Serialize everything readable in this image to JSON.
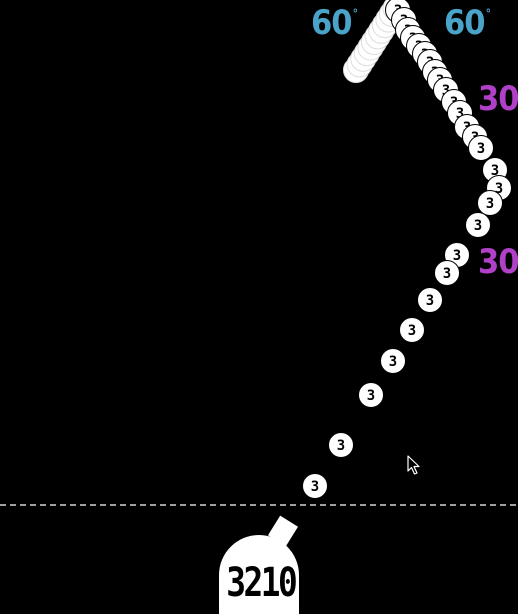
{
  "hud": {
    "score": "3210"
  },
  "angle_markers": {
    "left_upper": "60",
    "right_upper": "60",
    "right_mid": "30",
    "right_lower": "30",
    "degree_symbol": "°"
  },
  "ball": {
    "label": "3"
  },
  "colors": {
    "background": "#000000",
    "ball_fill": "#ffffff",
    "ball_text": "#000000",
    "angle_60": "#4aa3c8",
    "angle_30": "#b040c8",
    "boundary_line": "#ffffff",
    "launcher": "#ffffff"
  },
  "icons": {
    "cursor": "arrow-cursor-icon",
    "launcher": "cannon-launcher-icon"
  }
}
